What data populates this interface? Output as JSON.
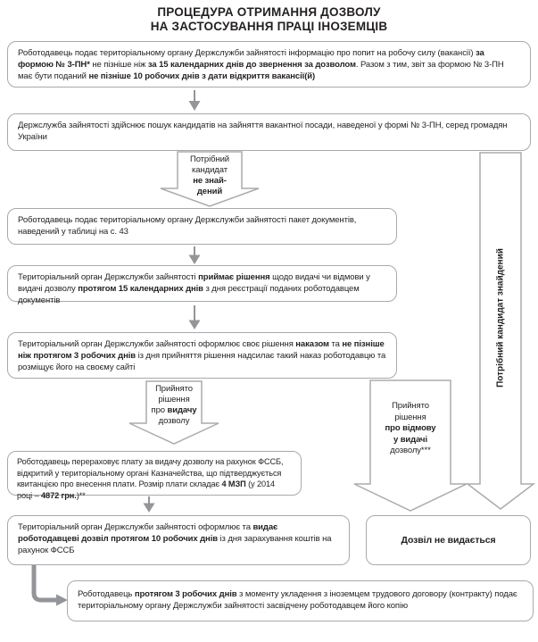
{
  "title": {
    "line1": "ПРОЦЕДУРА ОТРИМАННЯ ДОЗВОЛУ",
    "line2": "НА ЗАСТОСУВАННЯ ПРАЦІ ІНОЗЕМЦІВ"
  },
  "colors": {
    "text": "#231f20",
    "box_border": "#a7a9ac",
    "small_arrow": "#939598",
    "fat_arrow_outline": "#ababab",
    "fat_arrow_fill": "#ffffff"
  },
  "boxes": {
    "report": {
      "segments": [
        {
          "t": "Роботодавець подає територіальному органу Держслужби зайнятості інформацію про попит на робочу силу (вакансії) "
        },
        {
          "t": "за формою № 3-ПН*",
          "b": true
        },
        {
          "t": " не пізніше ніж "
        },
        {
          "t": "за 15 календарних днів до звернення за дозволом",
          "b": true
        },
        {
          "t": ". Разом з тим, звіт за формою № 3-ПН має бути поданий "
        },
        {
          "t": "не пізніше 10 робочих днів з дати відкриття вакансії(й)",
          "b": true
        }
      ]
    },
    "search": {
      "segments": [
        {
          "t": "Держслужба зайнятості здійснює пошук кандидатів на зайняття вакантної посади, наведеної у формі № 3-ПН, серед громадян України"
        }
      ]
    },
    "documents": {
      "segments": [
        {
          "t": "Роботодавець подає територіальному органу Держслужби зайнятості пакет документів, наведений у таблиці на с. 43"
        }
      ]
    },
    "decision": {
      "segments": [
        {
          "t": "Територіальний орган Держслужби зайнятості "
        },
        {
          "t": "приймає рішення",
          "b": true
        },
        {
          "t": " щодо видачі чи відмови у видачі дозволу "
        },
        {
          "t": "протягом 15 календарних днів",
          "b": true
        },
        {
          "t": " з дня реєстрації поданих роботодавцем документів"
        }
      ]
    },
    "order": {
      "segments": [
        {
          "t": "Територіальний орган Держслужби зайнятості оформлює своє рішення "
        },
        {
          "t": "наказом",
          "b": true
        },
        {
          "t": " та "
        },
        {
          "t": "не пізніше ніж протягом 3 робочих днів",
          "b": true
        },
        {
          "t": " із дня прийняття рішення надсилає такий наказ роботодавцю та розміщує його на своєму сайті"
        }
      ]
    },
    "payment": {
      "segments": [
        {
          "t": "Роботодавець перераховує плату за видачу дозволу на рахунок ФССБ, відкритий у територіальному органі Казначейства, що підтверджується квитанцією про внесення плати. Розмір плати складає "
        },
        {
          "t": "4 МЗП",
          "b": true
        },
        {
          "t": " (у 2014 році – "
        },
        {
          "t": "4872 грн.",
          "b": true
        },
        {
          "t": ")**"
        }
      ]
    },
    "issue": {
      "segments": [
        {
          "t": "Територіальний орган Держслужби зайнятості оформлює та "
        },
        {
          "t": "видає роботодавцеві дозвіл протягом 10 робочих днів",
          "b": true
        },
        {
          "t": " із дня зарахування коштів на рахунок ФССБ"
        }
      ]
    },
    "denied": {
      "label": "Дозвіл не видається"
    },
    "contract": {
      "segments": [
        {
          "t": "Роботодавець "
        },
        {
          "t": "протягом 3 робочих днів",
          "b": true
        },
        {
          "t": " з моменту укладення з іноземцем трудового договору (контракту) подає територіальному органу Держслужби зайнятості засвідчену роботодавцем його копію"
        }
      ]
    }
  },
  "arrow_labels": {
    "not_found": {
      "lines": [
        [
          {
            "t": "Потрібний"
          }
        ],
        [
          {
            "t": "кандидат"
          }
        ],
        [
          {
            "t": "не знай-",
            "b": true
          }
        ],
        [
          {
            "t": "дений",
            "b": true
          }
        ]
      ]
    },
    "grant": {
      "lines": [
        [
          {
            "t": "Прийнято"
          }
        ],
        [
          {
            "t": "рішення"
          }
        ],
        [
          {
            "t": "про "
          },
          {
            "t": "видачу",
            "b": true
          }
        ],
        [
          {
            "t": "дозволу"
          }
        ]
      ]
    },
    "refuse": {
      "lines": [
        [
          {
            "t": "Прийнято"
          }
        ],
        [
          {
            "t": "рішення"
          }
        ],
        [
          {
            "t": "про відмову",
            "b": true
          }
        ],
        [
          {
            "t": "у видачі",
            "b": true
          }
        ],
        [
          {
            "t": "дозволу***"
          }
        ]
      ]
    },
    "found": {
      "label": "Потрібний кандидат знайдений"
    }
  }
}
